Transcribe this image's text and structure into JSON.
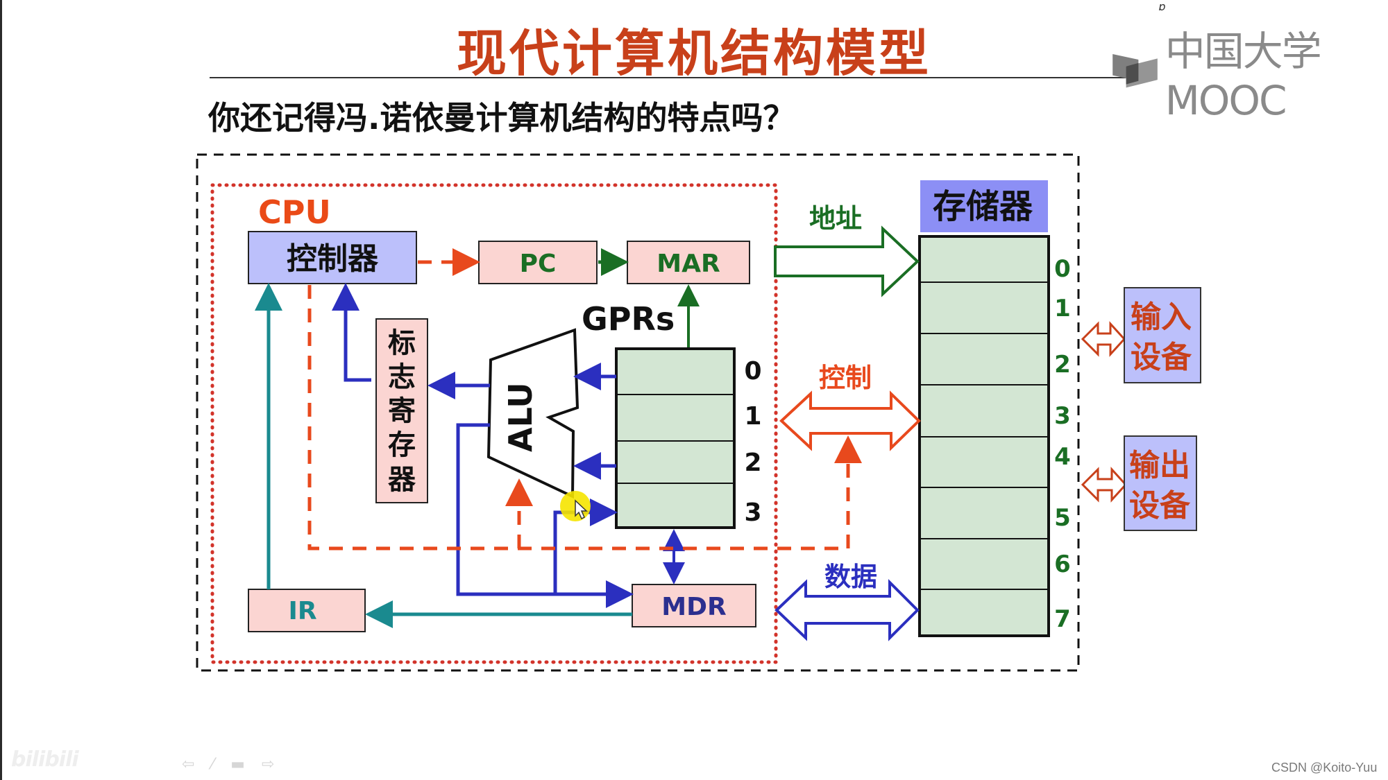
{
  "slide": {
    "title": "现代计算机结构模型",
    "subtitle_question": "你还记得冯.诺依曼计算机结构的特点吗？",
    "top_mark": "ɒ",
    "watermark_logo_text": "中国大学MOOC"
  },
  "diagram": {
    "cpu_label": "CPU",
    "controller": "控制器",
    "pc": "PC",
    "mar": "MAR",
    "gprs_label": "GPRs",
    "alu": "ALU",
    "flag_register": [
      "标",
      "志",
      "寄",
      "存",
      "器"
    ],
    "gpr_indices": [
      "0",
      "1",
      "2",
      "3"
    ],
    "ir": "IR",
    "mdr": "MDR",
    "memory_label": "存储器",
    "memory_indices": [
      "0",
      "1",
      "2",
      "3",
      "4",
      "5",
      "6",
      "7"
    ],
    "bus_address": "地址",
    "bus_control": "控制",
    "bus_data": "数据",
    "input_device": [
      "输入",
      "设备"
    ],
    "output_device": [
      "输出",
      "设备"
    ],
    "colors": {
      "title_red": "#c8401a",
      "control_red": "#e8491d",
      "address_green": "#1a6e24",
      "data_blue": "#2b2fbf",
      "ir_teal": "#1a8a8f",
      "box_pink": "#fbd5d2",
      "box_lavender": "#bcc0fb",
      "memory_header": "#8c8ff5",
      "cell_green": "#d3e6d3"
    }
  },
  "footer": {
    "player_logo": "bilibili",
    "nav_icons": [
      "prev-arrow-icon",
      "pen-icon",
      "menu-icon",
      "next-arrow-icon"
    ],
    "nav_glyphs": [
      "⇦",
      "⁄",
      "▬",
      "⇨"
    ],
    "credit": "CSDN @Koito-Yuu"
  }
}
